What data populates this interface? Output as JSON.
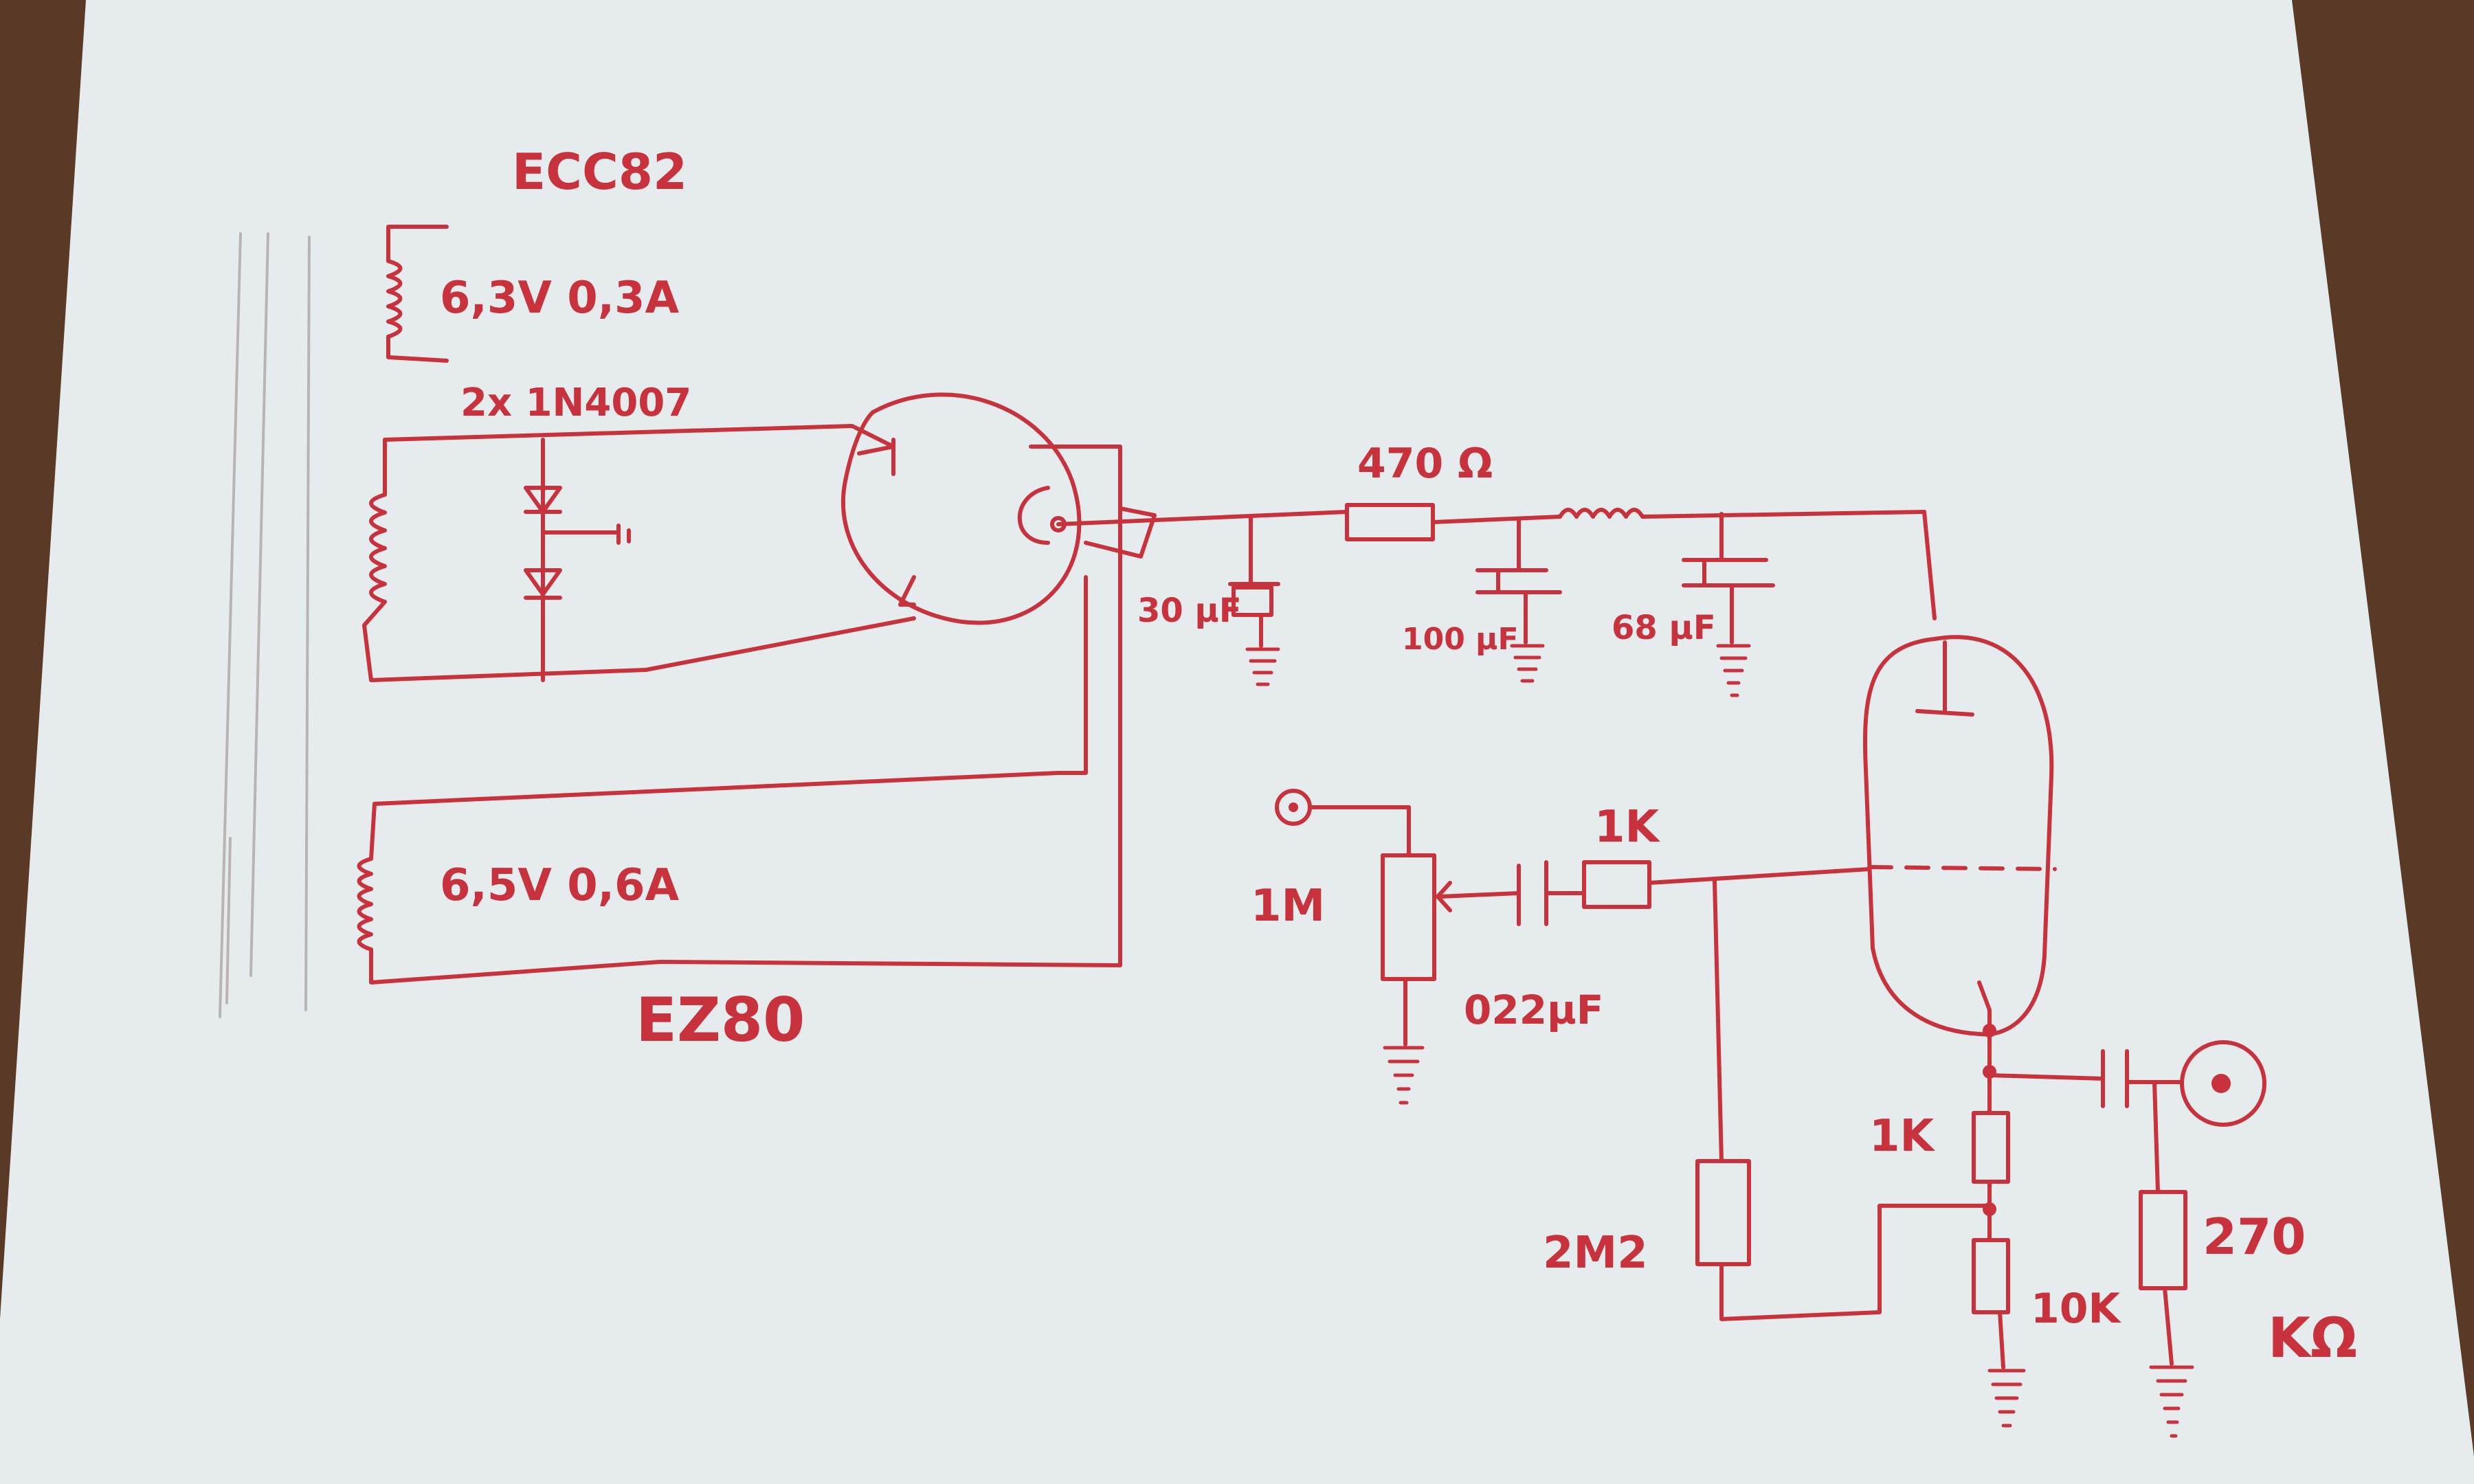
{
  "labels": {
    "tube_top": "ECC82",
    "heater_top": "6,3V 0,3A",
    "diodes": "2x 1N4007",
    "heater_bottom": "6,5V 0,6A",
    "rectifier": "EZ80",
    "r_filter": "470 Ω",
    "c1": "30 µF",
    "c2": "100 µF",
    "c3": "68 µF",
    "pot": "1M",
    "c_in": "022µF",
    "r_grid": "1K",
    "r_leak": "2M2",
    "r_cathode": "1K",
    "r_cathode2": "10K",
    "r_out": "270",
    "r_out_unit": "KΩ"
  },
  "colors": {
    "ink": "#c8323c",
    "paper": "#e6ecee",
    "table": "#5a3a26",
    "pencil": "#b9b4b2"
  }
}
